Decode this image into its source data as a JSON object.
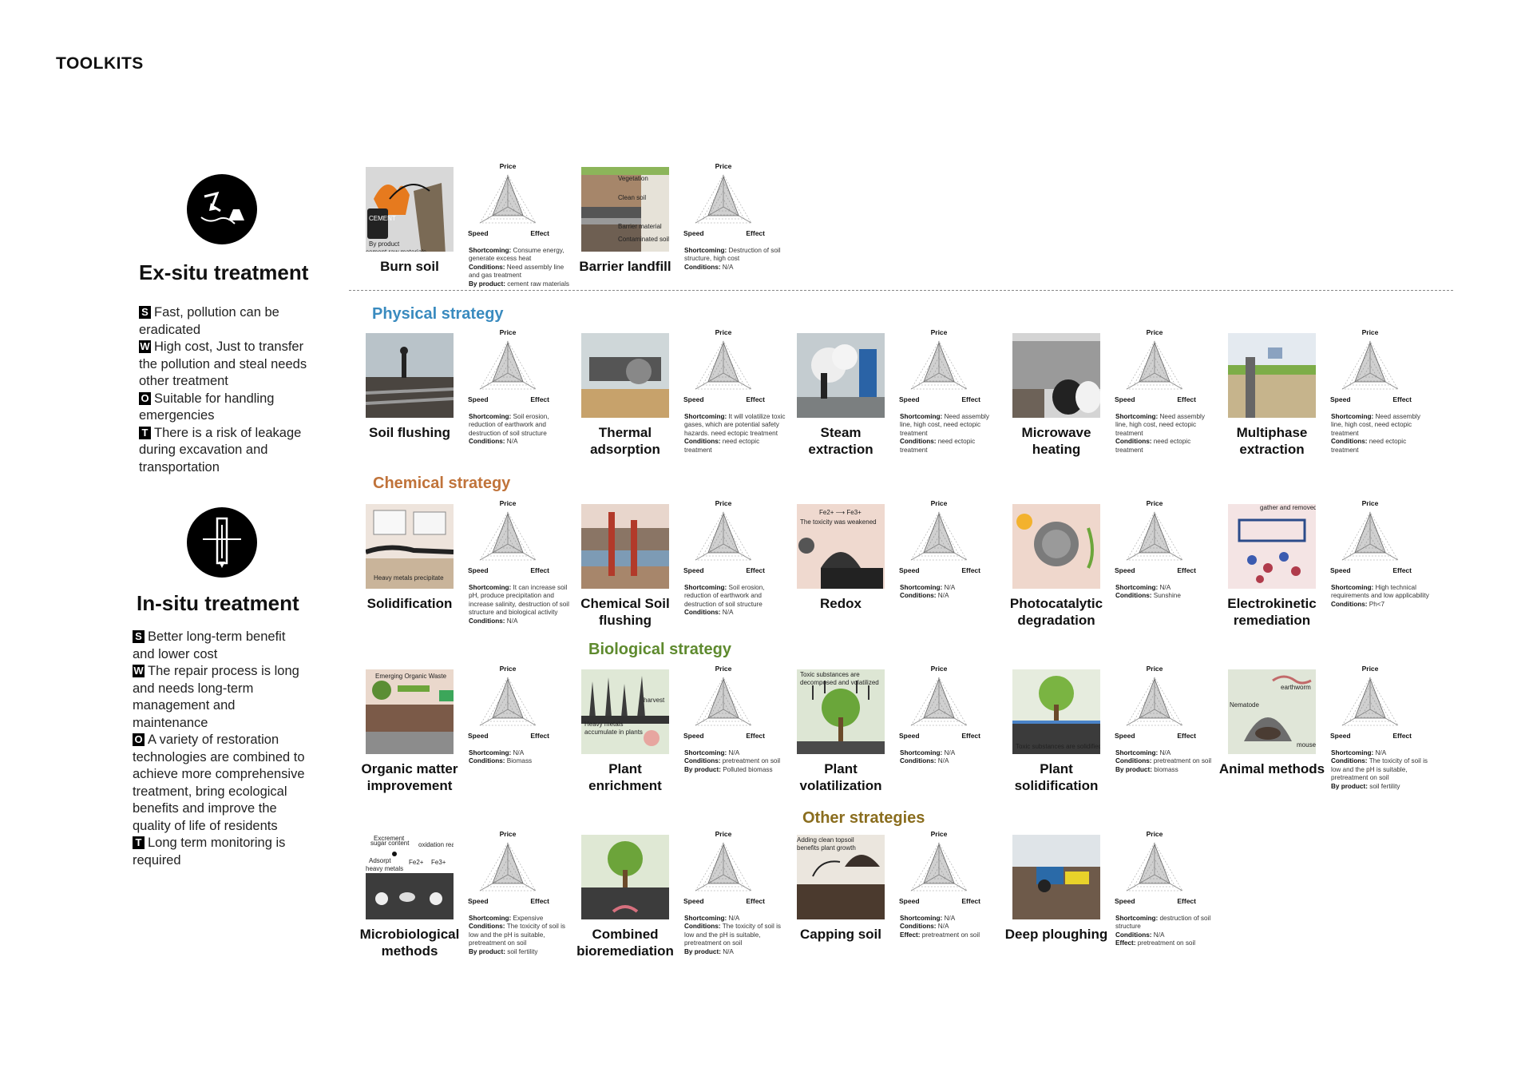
{
  "page_title": "TOOLKITS",
  "ex_situ": {
    "title": "Ex-situ treatment",
    "swot": [
      {
        "key": "S",
        "text": "Fast, pollution can be eradicated"
      },
      {
        "key": "W",
        "text": "High cost, Just to transfer the pollution and steal needs other treatment"
      },
      {
        "key": "O",
        "text": "Suitable for handling emergencies"
      },
      {
        "key": "T",
        "text": "There is a risk of leakage during excavation and transportation"
      }
    ]
  },
  "in_situ": {
    "title": "In-situ treatment",
    "swot": [
      {
        "key": "S",
        "text": "Better long-term benefit and lower cost"
      },
      {
        "key": "W",
        "text": "The repair process is long and needs long-term management and maintenance"
      },
      {
        "key": "O",
        "text": "A variety of restoration technologies are combined to achieve more comprehensive treatment, bring ecological benefits and improve the quality of life of residents"
      },
      {
        "key": "T",
        "text": "Long term monitoring is required"
      }
    ]
  },
  "sections": {
    "physical": "Physical strategy",
    "chemical": "Chemical strategy",
    "biological": "Biological strategy",
    "other": "Other strategies"
  },
  "colors": {
    "physical": "#3a8bbf",
    "chemical": "#c0733a",
    "biological": "#5e8a2e",
    "other": "#8a6d1e"
  },
  "radar_labels": {
    "top": "Price",
    "left": "Speed",
    "right": "Effect"
  },
  "tools": {
    "burn_soil": {
      "name": "Burn soil",
      "shortcoming": "Consume energy, generate excess heat",
      "conditions": "Need assembly line and gas treatment",
      "by_product": "cement raw materials",
      "captions": [
        "CEMENT",
        "By product",
        "cement raw materials"
      ]
    },
    "barrier_landfill": {
      "name": "Barrier landfill",
      "shortcoming": "Destruction of soil structure, high cost",
      "conditions": "N/A",
      "captions": [
        "Vegetation",
        "Clean soil",
        "Barrier material",
        "Contaminated soil"
      ]
    },
    "soil_flushing": {
      "name": "Soil flushing",
      "shortcoming": "Soil erosion, reduction of earthwork and destruction of soil structure",
      "conditions": "N/A"
    },
    "thermal_adsorption": {
      "name": "Thermal adsorption",
      "shortcoming": "It will volatilize toxic gases, which are potential safety hazards. need ectopic treatment",
      "conditions": "need ectopic treatment"
    },
    "steam_extraction": {
      "name": "Steam extraction",
      "shortcoming": "Need assembly line, high cost, need ectopic treatment",
      "conditions": "need ectopic treatment"
    },
    "microwave_heating": {
      "name": "Microwave heating",
      "shortcoming": "Need assembly line, high cost, need ectopic treatment",
      "conditions": "need ectopic treatment"
    },
    "multiphase_extraction": {
      "name": "Multiphase extraction",
      "shortcoming": "Need assembly line, high cost, need ectopic treatment",
      "conditions": "need ectopic treatment"
    },
    "solidification": {
      "name": "Solidification",
      "shortcoming": "It can increase soil pH, produce precipitation and increase salinity, destruction of soil structure and biological activity",
      "conditions": "N/A",
      "captions": [
        "Heavy metals precipitate"
      ]
    },
    "chemical_flushing": {
      "name": "Chemical Soil flushing",
      "shortcoming": "Soil erosion, reduction of earthwork and destruction of soil structure",
      "conditions": "N/A"
    },
    "redox": {
      "name": "Redox",
      "shortcoming": "N/A",
      "conditions": "N/A",
      "captions": [
        "Fe2+ ⟶ Fe3+",
        "The toxicity was weakened"
      ]
    },
    "photocatalytic": {
      "name": "Photocatalytic degradation",
      "shortcoming": "N/A",
      "conditions": "Sunshine"
    },
    "electrokinetic": {
      "name": "Electrokinetic remediation",
      "shortcoming": "High technical requirements and low applicability",
      "conditions": "Ph<7",
      "captions": [
        "gather and removed"
      ]
    },
    "organic_matter": {
      "name": "Organic matter improvement",
      "shortcoming": "N/A",
      "conditions": "Biomass",
      "captions": [
        "Emerging Organic Waste"
      ]
    },
    "plant_enrichment": {
      "name": "Plant enrichment",
      "shortcoming": "N/A",
      "conditions": "pretreatment on soil",
      "by_product": "Polluted biomass",
      "captions": [
        "harvest",
        "Heavy metals",
        "accumulate in plants"
      ]
    },
    "plant_volatilization": {
      "name": "Plant volatilization",
      "shortcoming": "N/A",
      "conditions": "N/A",
      "captions": [
        "Toxic substances are",
        "decomposed and volatilized"
      ]
    },
    "plant_solidification": {
      "name": "Plant solidification",
      "shortcoming": "N/A",
      "conditions": "pretreatment on soil",
      "by_product": "biomass",
      "captions": [
        "Toxic substances are solidified"
      ]
    },
    "animal_methods": {
      "name": "Animal methods",
      "shortcoming": "N/A",
      "conditions": "The toxicity of soil is low and the pH is suitable, pretreatment on soil",
      "by_product": "soil fertility",
      "captions": [
        "earthworm",
        "Nematode",
        "mouse"
      ]
    },
    "microbiological": {
      "name": "Microbiological methods",
      "shortcoming": "Expensive",
      "conditions": "The toxicity of soil is low and the pH is suitable, pretreatment on soil",
      "by_product": "soil fertility",
      "captions": [
        "Excrement",
        "sugar content",
        "oxidation reaction",
        "Adsorpt",
        "heavy metals",
        "Fe2+",
        "Fe3+"
      ]
    },
    "combined_bio": {
      "name": "Combined bioremediation",
      "shortcoming": "N/A",
      "conditions": "The toxicity of soil is low and the pH is suitable, pretreatment on soil",
      "by_product": "N/A"
    },
    "capping_soil": {
      "name": "Capping soil",
      "shortcoming": "N/A",
      "conditions": "N/A",
      "effect": "pretreatment on soil",
      "captions": [
        "Adding clean topsoil",
        "benefits plant growth"
      ]
    },
    "deep_ploughing": {
      "name": "Deep ploughing",
      "shortcoming": "destruction of soil structure",
      "conditions": "N/A",
      "effect": "pretreatment on soil"
    }
  },
  "note_labels": {
    "shortcoming": "Shortcoming:",
    "conditions": "Conditions:",
    "by_product": "By product:",
    "effect": "Effect:"
  }
}
